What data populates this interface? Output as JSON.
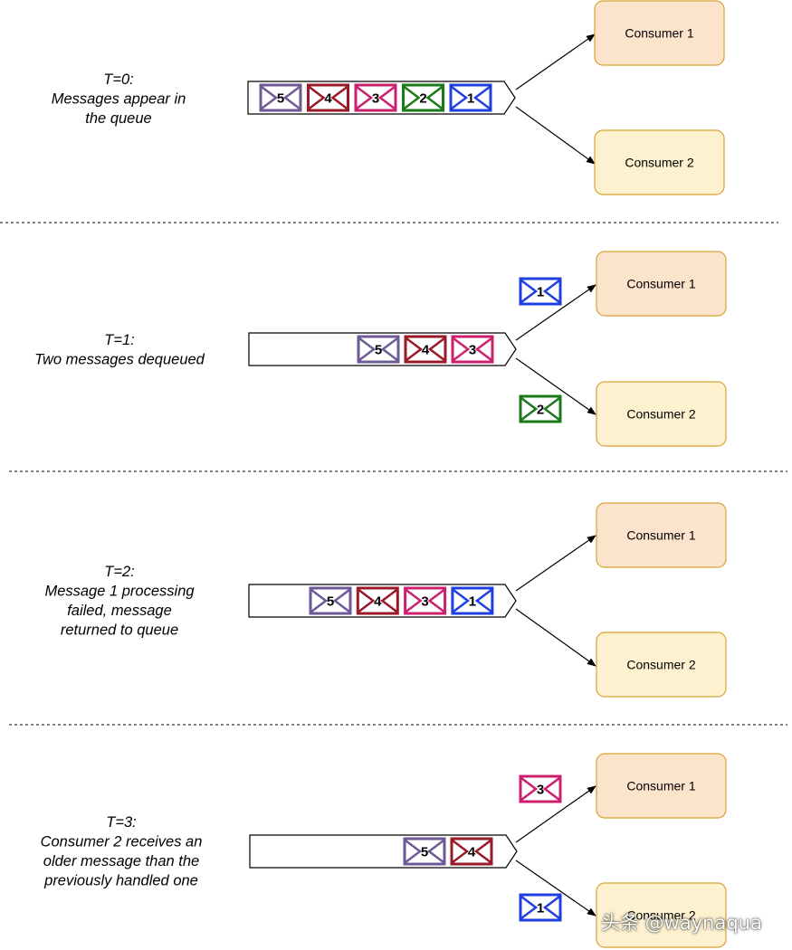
{
  "colors": {
    "consumer1_fill": "#fce3cc",
    "consumer2_fill": "#fdf1cf",
    "consumer_stroke": "#d6a233",
    "queue_stroke": "#000000",
    "message_colors": {
      "1": "#1f3fe0",
      "2": "#1a7a1a",
      "3": "#cc1f6e",
      "4": "#9a1a28",
      "5": "#6e5a96"
    }
  },
  "consumers": {
    "consumer1_label": "Consumer 1",
    "consumer2_label": "Consumer 2"
  },
  "stages": [
    {
      "id": "t0",
      "label_lines": [
        "T=0:",
        "Messages appear in",
        "the queue"
      ],
      "queue_messages": [
        "5",
        "4",
        "3",
        "2",
        "1"
      ],
      "to_consumer1": [],
      "to_consumer2": []
    },
    {
      "id": "t1",
      "label_lines": [
        "T=1:",
        "Two messages dequeued"
      ],
      "queue_messages": [
        "5",
        "4",
        "3"
      ],
      "to_consumer1": [
        "1"
      ],
      "to_consumer2": [
        "2"
      ]
    },
    {
      "id": "t2",
      "label_lines": [
        "T=2:",
        "Message 1 processing",
        "failed, message",
        "returned to queue"
      ],
      "queue_messages": [
        "5",
        "4",
        "3",
        "1"
      ],
      "to_consumer1": [],
      "to_consumer2": []
    },
    {
      "id": "t3",
      "label_lines": [
        "T=3:",
        "Consumer 2 receives an",
        "older message than the",
        "previously handled one"
      ],
      "queue_messages": [
        "5",
        "4"
      ],
      "to_consumer1": [
        "3"
      ],
      "to_consumer2": [
        "1"
      ]
    }
  ],
  "watermark": "头条 @waynaqua"
}
